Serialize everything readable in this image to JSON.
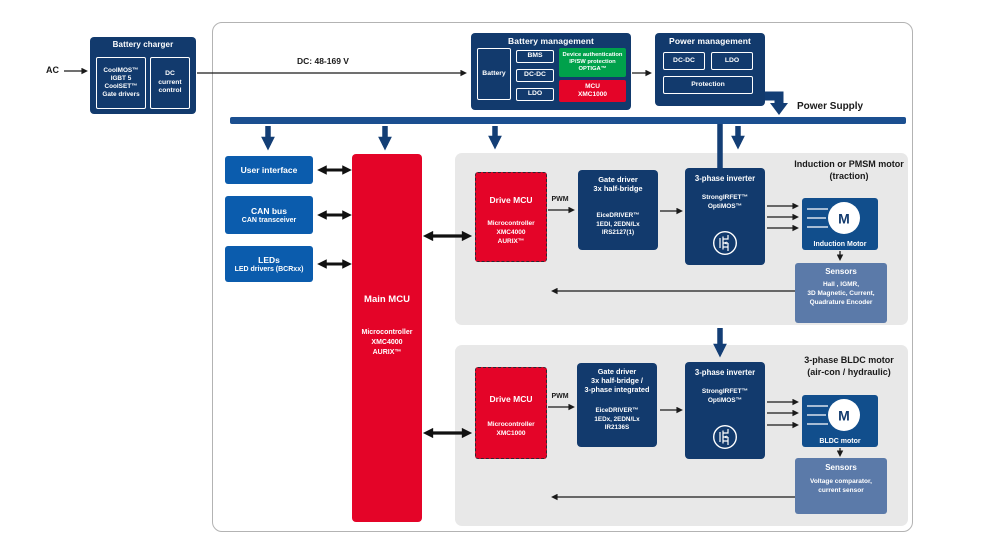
{
  "colors": {
    "navy": "#123a6d",
    "bright_blue": "#0b5cad",
    "motor_blue": "#114e8c",
    "red": "#e40428",
    "green": "#00a14b",
    "slate": "#5b7aa9",
    "bus": "#1b4f90",
    "arrow_navy": "#133e75",
    "section_bg": "#e8e8e8"
  },
  "labels": {
    "ac": "AC",
    "dc_link": "DC: 48-169 V",
    "power_supply": "Power Supply",
    "pwm": "PWM"
  },
  "battery_charger": {
    "title": "Battery charger",
    "cells": [
      "CoolMOS™\nIGBT 5\nCoolSET™\nGate drivers",
      "DC\ncurrent\ncontrol"
    ]
  },
  "battery_management": {
    "title": "Battery management",
    "battery": "Battery",
    "stack": [
      "BMS",
      "DC-DC",
      "LDO"
    ],
    "security": "Device authentication\nIP/SW protection\nOPTIGA™",
    "mcu": "MCU\nXMC1000"
  },
  "power_management": {
    "title": "Power management",
    "dcdc": "DC-DC",
    "ldo": "LDO",
    "protection": "Protection"
  },
  "peripherals": {
    "user_interface": {
      "title": "User interface"
    },
    "can_bus": {
      "title": "CAN bus",
      "subtitle": "CAN transceiver"
    },
    "leds": {
      "title": "LEDs",
      "subtitle": "LED drivers (BCRxx)"
    }
  },
  "main_mcu": {
    "title": "Main MCU",
    "detail": "Microcontroller\nXMC4000\nAURIX™"
  },
  "traction": {
    "heading": "Induction or PMSM motor\n(traction)",
    "drive_mcu": {
      "title": "Drive MCU",
      "detail": "Microcontroller\nXMC4000\nAURIX™"
    },
    "gate_driver": {
      "title": "Gate driver\n3x half-bridge",
      "detail": "EiceDRIVER™\n1EDI, 2EDN/Lx\nIRS2127(1)"
    },
    "inverter": {
      "title": "3-phase inverter",
      "detail": "StrongIRFET™\nOptiMOS™"
    },
    "motor": {
      "symbol": "M",
      "label": "Induction Motor"
    },
    "sensors": {
      "title": "Sensors",
      "detail": "Hall , IGMR,\n3D Magnetic, Current,\nQuadrature Encoder"
    }
  },
  "bldc": {
    "heading": "3-phase BLDC motor\n(air-con / hydraulic)",
    "drive_mcu": {
      "title": "Drive MCU",
      "detail": "Microcontroller\nXMC1000"
    },
    "gate_driver": {
      "title": "Gate driver\n3x half-bridge /\n3-phase integrated",
      "detail": "EiceDRIVER™\n1EDx, 2EDN/Lx\nIR2136S"
    },
    "inverter": {
      "title": "3-phase inverter",
      "detail": "StrongIRFET™\nOptiMOS™"
    },
    "motor": {
      "symbol": "M",
      "label": "BLDC motor"
    },
    "sensors": {
      "title": "Sensors",
      "detail": "Voltage comparator,\ncurrent sensor"
    }
  }
}
